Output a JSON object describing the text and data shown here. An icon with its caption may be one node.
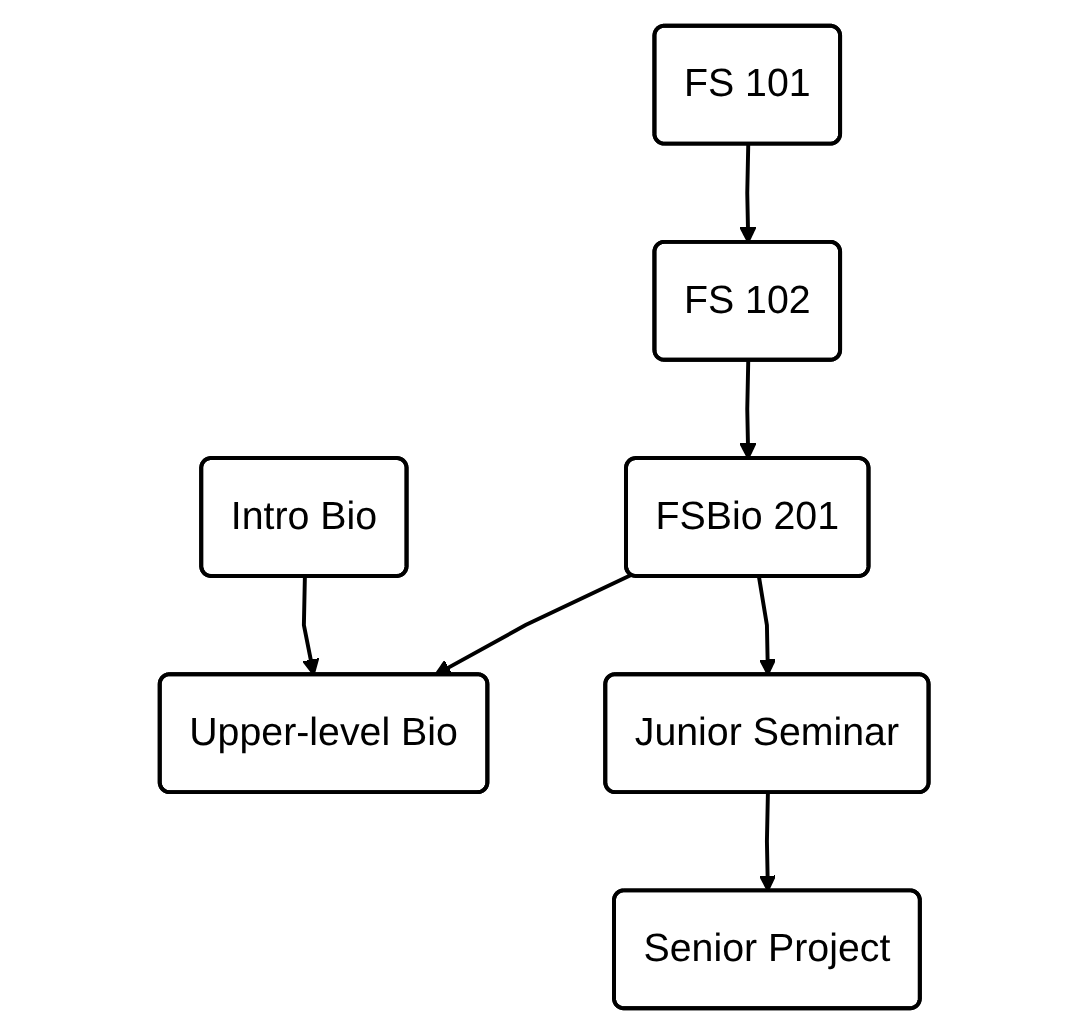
{
  "diagram": {
    "nodes": [
      {
        "text": [
          "FS 101"
        ]
      },
      {
        "text": [
          "FS 102"
        ]
      },
      {
        "text": [
          "Intro Bio"
        ]
      },
      {
        "text": [
          "FSBio 201"
        ]
      },
      {
        "text": [
          "Upper-level Bio"
        ]
      },
      {
        "text": [
          "Junior Seminar"
        ]
      },
      {
        "text": [
          "Senior Project"
        ]
      }
    ],
    "edges": [
      {
        "from": 0,
        "to": 1,
        "arrow": "to"
      },
      {
        "from": 1,
        "to": 3,
        "arrow": "to"
      },
      {
        "from": 2,
        "to": 4,
        "arrow": "to"
      },
      {
        "from": 3,
        "to": 4,
        "arrow": "to"
      },
      {
        "from": 3,
        "to": 5,
        "arrow": "to"
      },
      {
        "from": 5,
        "to": 6,
        "arrow": "to"
      }
    ]
  }
}
